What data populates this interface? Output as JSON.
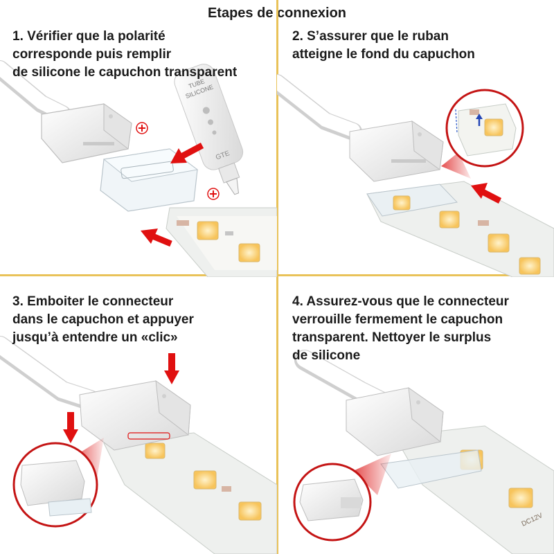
{
  "title": "Etapes de connexion",
  "steps": [
    {
      "lines": [
        "1. Vérifier que la polarité",
        "corresponde puis remplir",
        "de silicone le capuchon transparent"
      ]
    },
    {
      "lines": [
        "2. S’assurer que le ruban",
        "atteigne le fond du capuchon"
      ]
    },
    {
      "lines": [
        "3. Emboiter le connecteur",
        "dans le capuchon et appuyer",
        "jusqu’à entendre un «clic»"
      ]
    },
    {
      "lines": [
        "4. Assurez-vous que le connecteur",
        "verrouille fermement le capuchon",
        "transparent. Nettoyer le surplus",
        "de silicone"
      ]
    }
  ],
  "tube": {
    "line1": "TUBE",
    "line2": "SILICONE",
    "brand": "GTE"
  },
  "strip_print": "DC12V",
  "icons": {
    "arrow": "red-arrow-icon",
    "polarity": "plus-circle-icon",
    "zoom": "zoom-bubble"
  },
  "colors": {
    "divider": "#e9c258",
    "arrow": "#e01010",
    "led": "#ffcf6a",
    "strip": "#eef0ee"
  }
}
